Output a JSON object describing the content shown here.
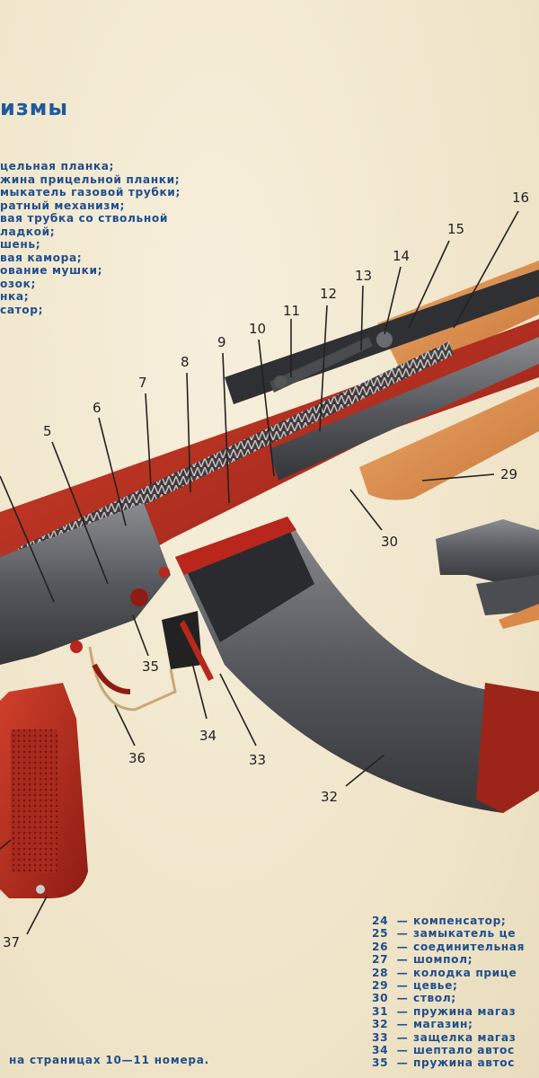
{
  "heading": {
    "title": "измы"
  },
  "legend_top": [
    "цельная планка;",
    "жина прицельной планки;",
    "мыкатель газовой трубки;",
    "ратный механизм;",
    "вая трубка  со  ствольной",
    "ладкой;",
    "шень;",
    "вая камора;",
    "ование мушки;",
    "озок;",
    "нка;",
    "сатор;"
  ],
  "legend_bottom": [
    {
      "num": "24",
      "text": "компенсатор;"
    },
    {
      "num": "25",
      "text": "замыкатель це"
    },
    {
      "num": "26",
      "text": "соединительная"
    },
    {
      "num": "27",
      "text": "шомпол;"
    },
    {
      "num": "28",
      "text": "колодка прице"
    },
    {
      "num": "29",
      "text": "цевье;"
    },
    {
      "num": "30",
      "text": "ствол;"
    },
    {
      "num": "31",
      "text": "пружина магаз"
    },
    {
      "num": "32",
      "text": "магазин;"
    },
    {
      "num": "33",
      "text": "защелка магаз"
    },
    {
      "num": "34",
      "text": "шептало автос"
    },
    {
      "num": "35",
      "text": "пружина автос"
    }
  ],
  "legend_dash": "—",
  "callouts": [
    {
      "label": "16"
    },
    {
      "label": "15"
    },
    {
      "label": "14"
    },
    {
      "label": "13"
    },
    {
      "label": "12"
    },
    {
      "label": "11"
    },
    {
      "label": "10"
    },
    {
      "label": "9"
    },
    {
      "label": "8"
    },
    {
      "label": "7"
    },
    {
      "label": "6"
    },
    {
      "label": "5"
    },
    {
      "label": "29"
    },
    {
      "label": "30"
    },
    {
      "label": "35"
    },
    {
      "label": "34"
    },
    {
      "label": "33"
    },
    {
      "label": "36"
    },
    {
      "label": "32"
    },
    {
      "label": "37"
    }
  ],
  "footer": {
    "text": "на страницах 10—11 номера."
  },
  "colors": {
    "red": "#b8261c",
    "wood": "#d98a4a",
    "steel": "#5c5e63",
    "text_blue": "#1f4f8c",
    "paper": "#f3ead5"
  }
}
